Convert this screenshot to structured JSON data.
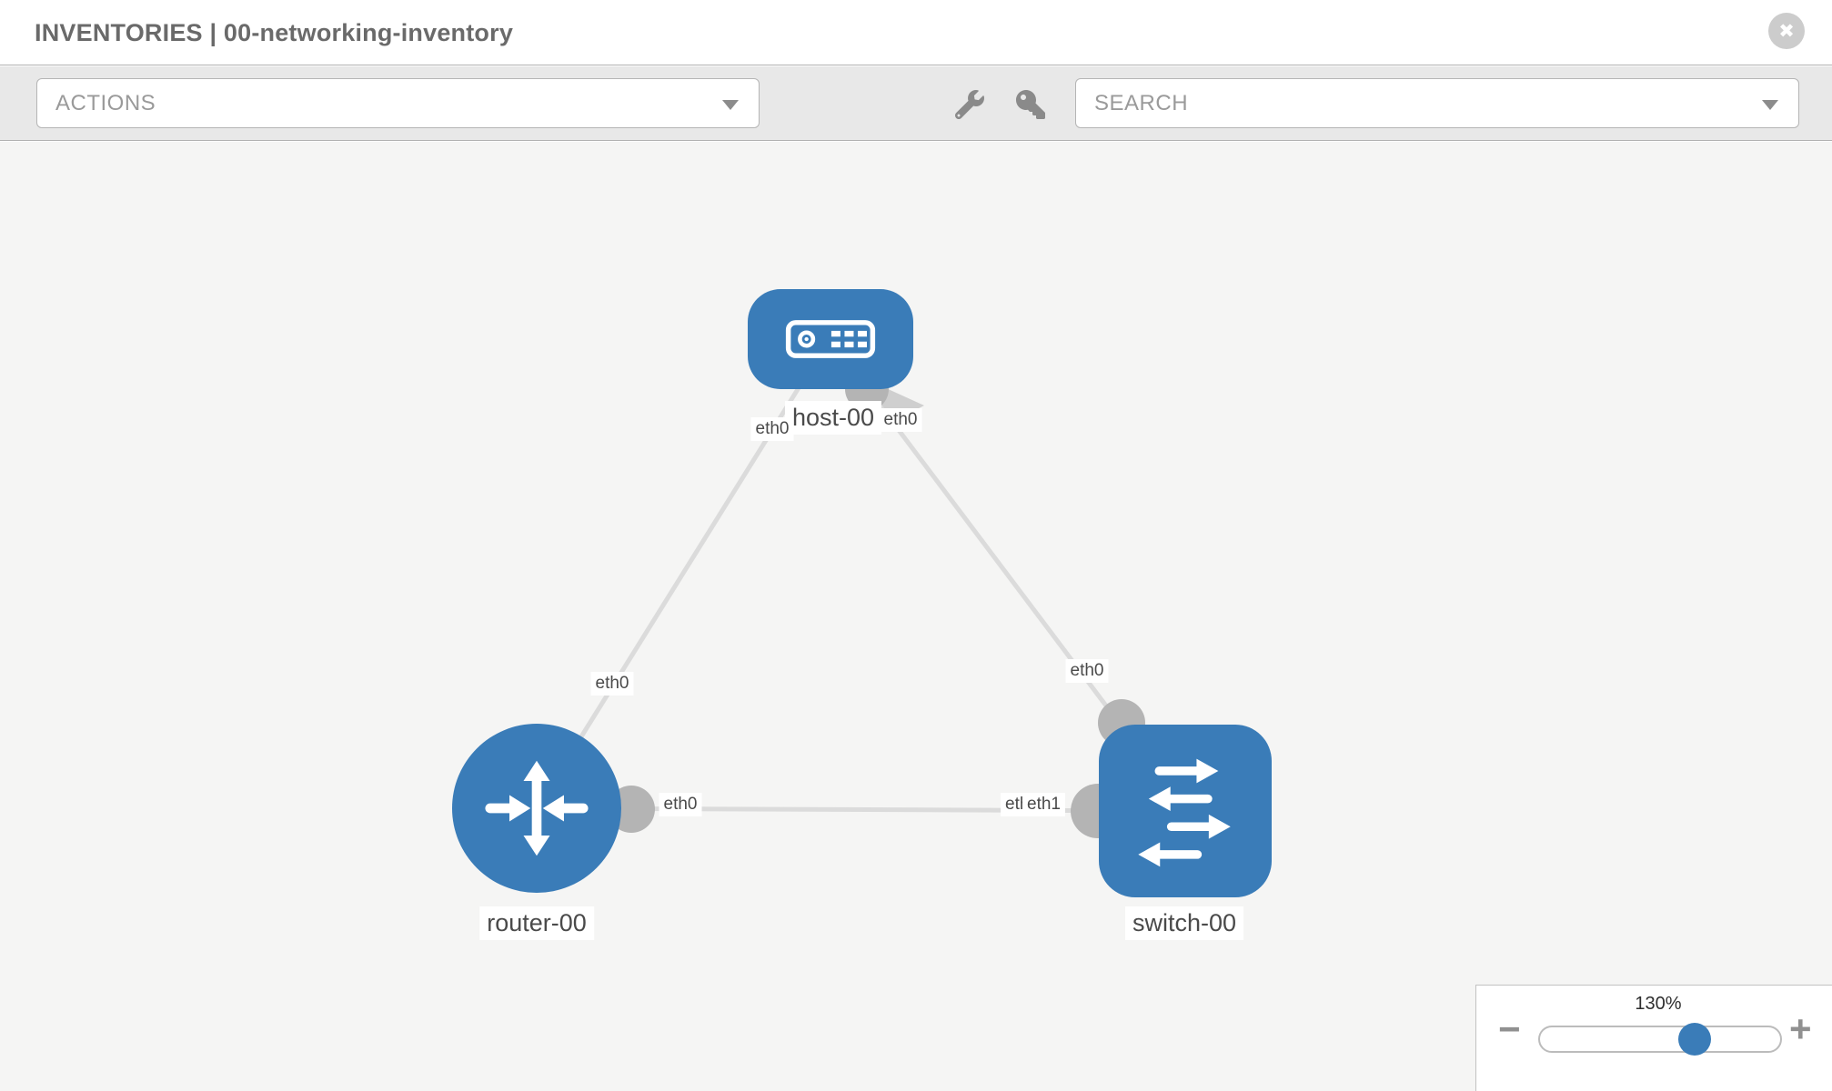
{
  "header": {
    "title": "INVENTORIES | 00-networking-inventory",
    "close_glyph": "✖"
  },
  "toolbar": {
    "actions_label": "ACTIONS",
    "search_placeholder": "SEARCH",
    "icons": [
      "wrench-icon",
      "key-icon"
    ]
  },
  "diagram": {
    "nodes": [
      {
        "label": "host-00",
        "type": "host"
      },
      {
        "label": "router-00",
        "type": "router"
      },
      {
        "label": "switch-00",
        "type": "switch"
      }
    ],
    "links": [
      {
        "from": "host-00",
        "from_iface": "eth0",
        "to": "router-00",
        "to_iface": "eth0"
      },
      {
        "from": "host-00",
        "from_iface": "eth0",
        "to": "switch-00",
        "to_iface": "eth0"
      },
      {
        "from": "router-00",
        "from_iface": "eth0",
        "to": "switch-00",
        "to_iface": "eth1"
      }
    ],
    "iface_labels": [
      "eth0",
      "eth0",
      "eth0",
      "eth0",
      "eth0",
      "eth0",
      "eth1"
    ]
  },
  "zoom_control": {
    "level": "130%",
    "minus_label": "−",
    "plus_label": "+"
  },
  "colors": {
    "node_blue": "#3a7cb8",
    "link_gray": "#dbdbdb",
    "connector_gray": "#b4b4b4",
    "toolbar_bg": "#e8e8e8",
    "canvas_bg": "#f5f5f4"
  }
}
